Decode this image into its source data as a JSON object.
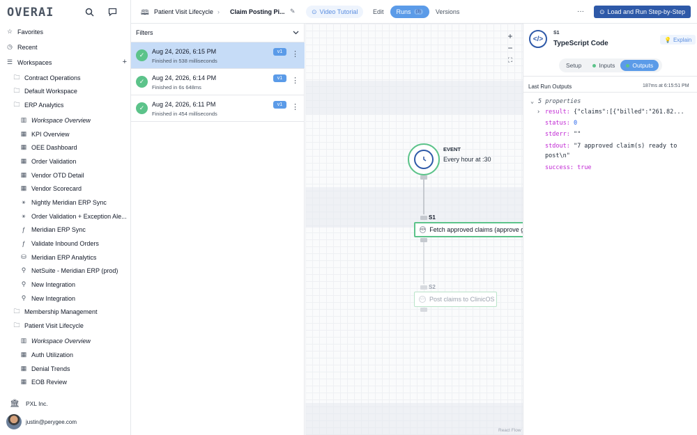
{
  "sidebar": {
    "logo": "OVERAI",
    "favorites": "Favorites",
    "recent": "Recent",
    "workspaces": "Workspaces",
    "items": [
      {
        "label": "Contract Operations",
        "icon": "folder-icon"
      },
      {
        "label": "Default Workspace",
        "icon": "folder-icon"
      },
      {
        "label": "ERP Analytics",
        "icon": "folder-icon"
      },
      {
        "label": "Workspace Overview",
        "icon": "grid-icon"
      },
      {
        "label": "KPI Overview",
        "icon": "table-icon"
      },
      {
        "label": "OEE Dashboard",
        "icon": "table-icon"
      },
      {
        "label": "Order Validation",
        "icon": "table-icon"
      },
      {
        "label": "Vendor OTD Detail",
        "icon": "table-icon"
      },
      {
        "label": "Vendor Scorecard",
        "icon": "table-icon"
      },
      {
        "label": "Nightly Meridian ERP Sync",
        "icon": "workflow-icon"
      },
      {
        "label": "Order Validation + Exception Ale...",
        "icon": "workflow-icon"
      },
      {
        "label": "Meridian ERP Sync",
        "icon": "function-icon"
      },
      {
        "label": "Validate Inbound Orders",
        "icon": "function-icon"
      },
      {
        "label": "Meridian ERP Analytics",
        "icon": "database-icon"
      },
      {
        "label": "NetSuite - Meridian ERP (prod)",
        "icon": "plug-icon"
      },
      {
        "label": "New Integration",
        "icon": "plug-icon"
      },
      {
        "label": "New Integration",
        "icon": "plug-icon"
      },
      {
        "label": "Membership Management",
        "icon": "folder-icon"
      },
      {
        "label": "Patient Visit Lifecycle",
        "icon": "folder-icon"
      },
      {
        "label": "Workspace Overview",
        "icon": "grid-icon"
      },
      {
        "label": "Auth Utilization",
        "icon": "table-icon"
      },
      {
        "label": "Denial Trends",
        "icon": "table-icon"
      },
      {
        "label": "EOB Review",
        "icon": "table-icon"
      }
    ],
    "org": "PXL Inc.",
    "user_email": "justin@perygee.com"
  },
  "topbar": {
    "breadcrumb_parent": "Patient Visit Lifecycle",
    "breadcrumb_current": "Claim Posting Pi...",
    "video_tutorial": "Video Tutorial",
    "tabs": {
      "edit": "Edit",
      "runs": "Runs",
      "runs_count": "(3)",
      "versions": "Versions"
    },
    "more": "···",
    "run_button": "Load and Run Step-by-Step"
  },
  "runs": {
    "filters_label": "Filters",
    "items": [
      {
        "date": "Aug 24, 2026, 6:15 PM",
        "duration": "Finished in 538 milliseconds",
        "version": "v1"
      },
      {
        "date": "Aug 24, 2026, 6:14 PM",
        "duration": "Finished in 6s 648ms",
        "version": "v1"
      },
      {
        "date": "Aug 24, 2026, 6:11 PM",
        "duration": "Finished in 454 milliseconds",
        "version": "v1"
      }
    ]
  },
  "canvas": {
    "event_label": "EVENT",
    "event_schedule": "Every hour at :30",
    "step1_tag": "S1",
    "step1_label": "Fetch approved claims (approve g",
    "step2_tag": "S2",
    "step2_label": "Post claims to ClinicOS",
    "watermark": "React Flow"
  },
  "panel": {
    "step_tag": "S1",
    "title": "TypeScript Code",
    "explain": "Explain",
    "tabs": {
      "setup": "Setup",
      "inputs": "Inputs",
      "outputs": "Outputs"
    },
    "section_title": "Last Run Outputs",
    "section_meta": "187ms at 6:15:51 PM",
    "summary": "5 properties",
    "props": {
      "result_key": "result:",
      "result_val": "{\"claims\":[{\"billed\":\"261.82...",
      "status_key": "status:",
      "status_val": "0",
      "stderr_key": "stderr:",
      "stderr_val": "\"\"",
      "stdout_key": "stdout:",
      "stdout_val_1": "\"7 approved claim(s) ready to",
      "stdout_val_2": "post\\n\"",
      "success_key": "success:",
      "success_val": "true"
    }
  },
  "colors": {
    "accent": "#5b9be8",
    "brand": "#2e59a8",
    "success": "#5cc38a",
    "key": "#c026d3"
  }
}
